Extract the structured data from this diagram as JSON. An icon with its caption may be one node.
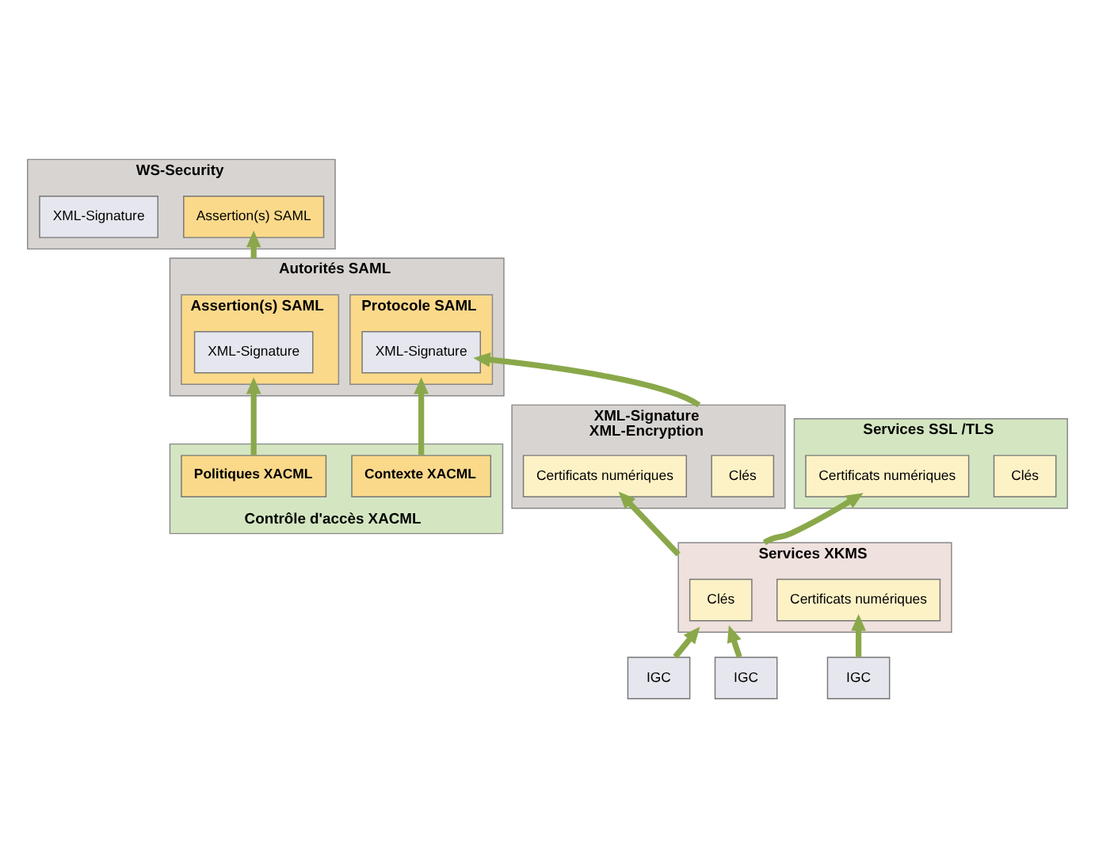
{
  "diagram": {
    "nodes": [
      {
        "text": [
          "WS-Security"
        ]
      },
      {
        "text": [
          "Assertion(s) SAML"
        ],
        "in": 0
      },
      {
        "text": [
          "XML-Signature"
        ],
        "in": 0
      },
      {
        "text": [
          "Autorités SAML"
        ]
      },
      {
        "text": [
          "Assertion(s) SAML"
        ],
        "in": 3
      },
      {
        "text": [
          "XML-Signature"
        ],
        "in": 4
      },
      {
        "text": [
          "Protocole SAML"
        ],
        "in": 3
      },
      {
        "text": [
          "XML-Signature"
        ],
        "in": 6
      },
      {
        "text": [
          "Contrôle d'accès XACML"
        ]
      },
      {
        "text": [
          "Politiques XACML"
        ],
        "in": 8
      },
      {
        "text": [
          "Contexte XACML"
        ],
        "in": 8
      },
      {
        "text": [
          "XML-Signature",
          "XML-Encryption"
        ]
      },
      {
        "text": [
          "Clés"
        ],
        "in": 11
      },
      {
        "text": [
          "Certificats numériques"
        ],
        "in": 11
      },
      {
        "text": [
          "Services SSL /TLS"
        ]
      },
      {
        "text": [
          "Clés"
        ],
        "in": 14
      },
      {
        "text": [
          "Certificats numériques"
        ],
        "in": 14
      },
      {
        "text": [
          "Services XKMS"
        ]
      },
      {
        "text": [
          "Clés"
        ],
        "in": 17
      },
      {
        "text": [
          "Certificats numériques"
        ],
        "in": 17
      },
      {
        "text": [
          "IGC"
        ]
      },
      {
        "text": [
          "IGC"
        ]
      },
      {
        "text": [
          "IGC"
        ]
      }
    ],
    "edges": [
      {
        "from": 3,
        "to": 1,
        "arrow": "to"
      },
      {
        "from": 9,
        "to": 4,
        "arrow": "to"
      },
      {
        "from": 10,
        "to": 6,
        "arrow": "to"
      },
      {
        "from": 11,
        "to": 7,
        "arrow": "to"
      },
      {
        "from": 17,
        "to": 13,
        "arrow": "to"
      },
      {
        "from": 17,
        "to": 16,
        "arrow": "to"
      },
      {
        "from": 20,
        "to": 17,
        "arrow": "to"
      },
      {
        "from": 21,
        "to": 17,
        "arrow": "to"
      },
      {
        "from": 22,
        "to": 19,
        "arrow": "to"
      }
    ]
  }
}
